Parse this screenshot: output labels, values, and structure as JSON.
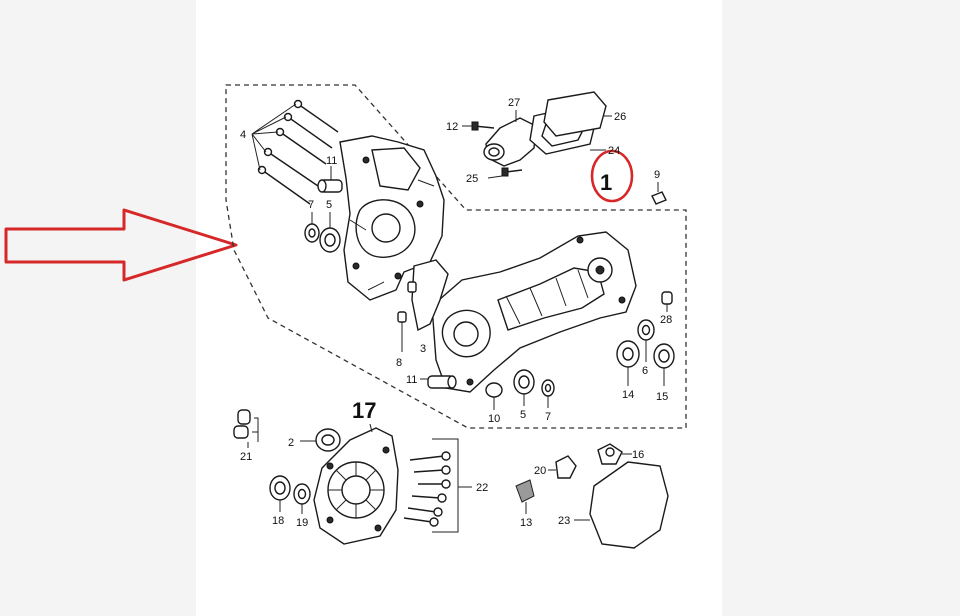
{
  "labels": {
    "l1": "1",
    "l2": "2",
    "l3": "3",
    "l4": "4",
    "l5a": "5",
    "l5b": "5",
    "l6": "6",
    "l7a": "7",
    "l7b": "7",
    "l8": "8",
    "l9": "9",
    "l10": "10",
    "l11a": "11",
    "l11b": "11",
    "l12": "12",
    "l13": "13",
    "l14": "14",
    "l15": "15",
    "l16": "16",
    "l17": "17",
    "l18": "18",
    "l19": "19",
    "l20": "20",
    "l21": "21",
    "l22": "22",
    "l23": "23",
    "l24": "24",
    "l25": "25",
    "l26": "26",
    "l27": "27",
    "l28": "28"
  },
  "colors": {
    "highlight": "#d62828",
    "line": "#222222",
    "background": "#f4f4f4",
    "panel": "#ffffff"
  },
  "icons": {
    "arrow": "right-arrow-outline-icon",
    "highlight_circle": "red-circle-highlight-icon"
  }
}
